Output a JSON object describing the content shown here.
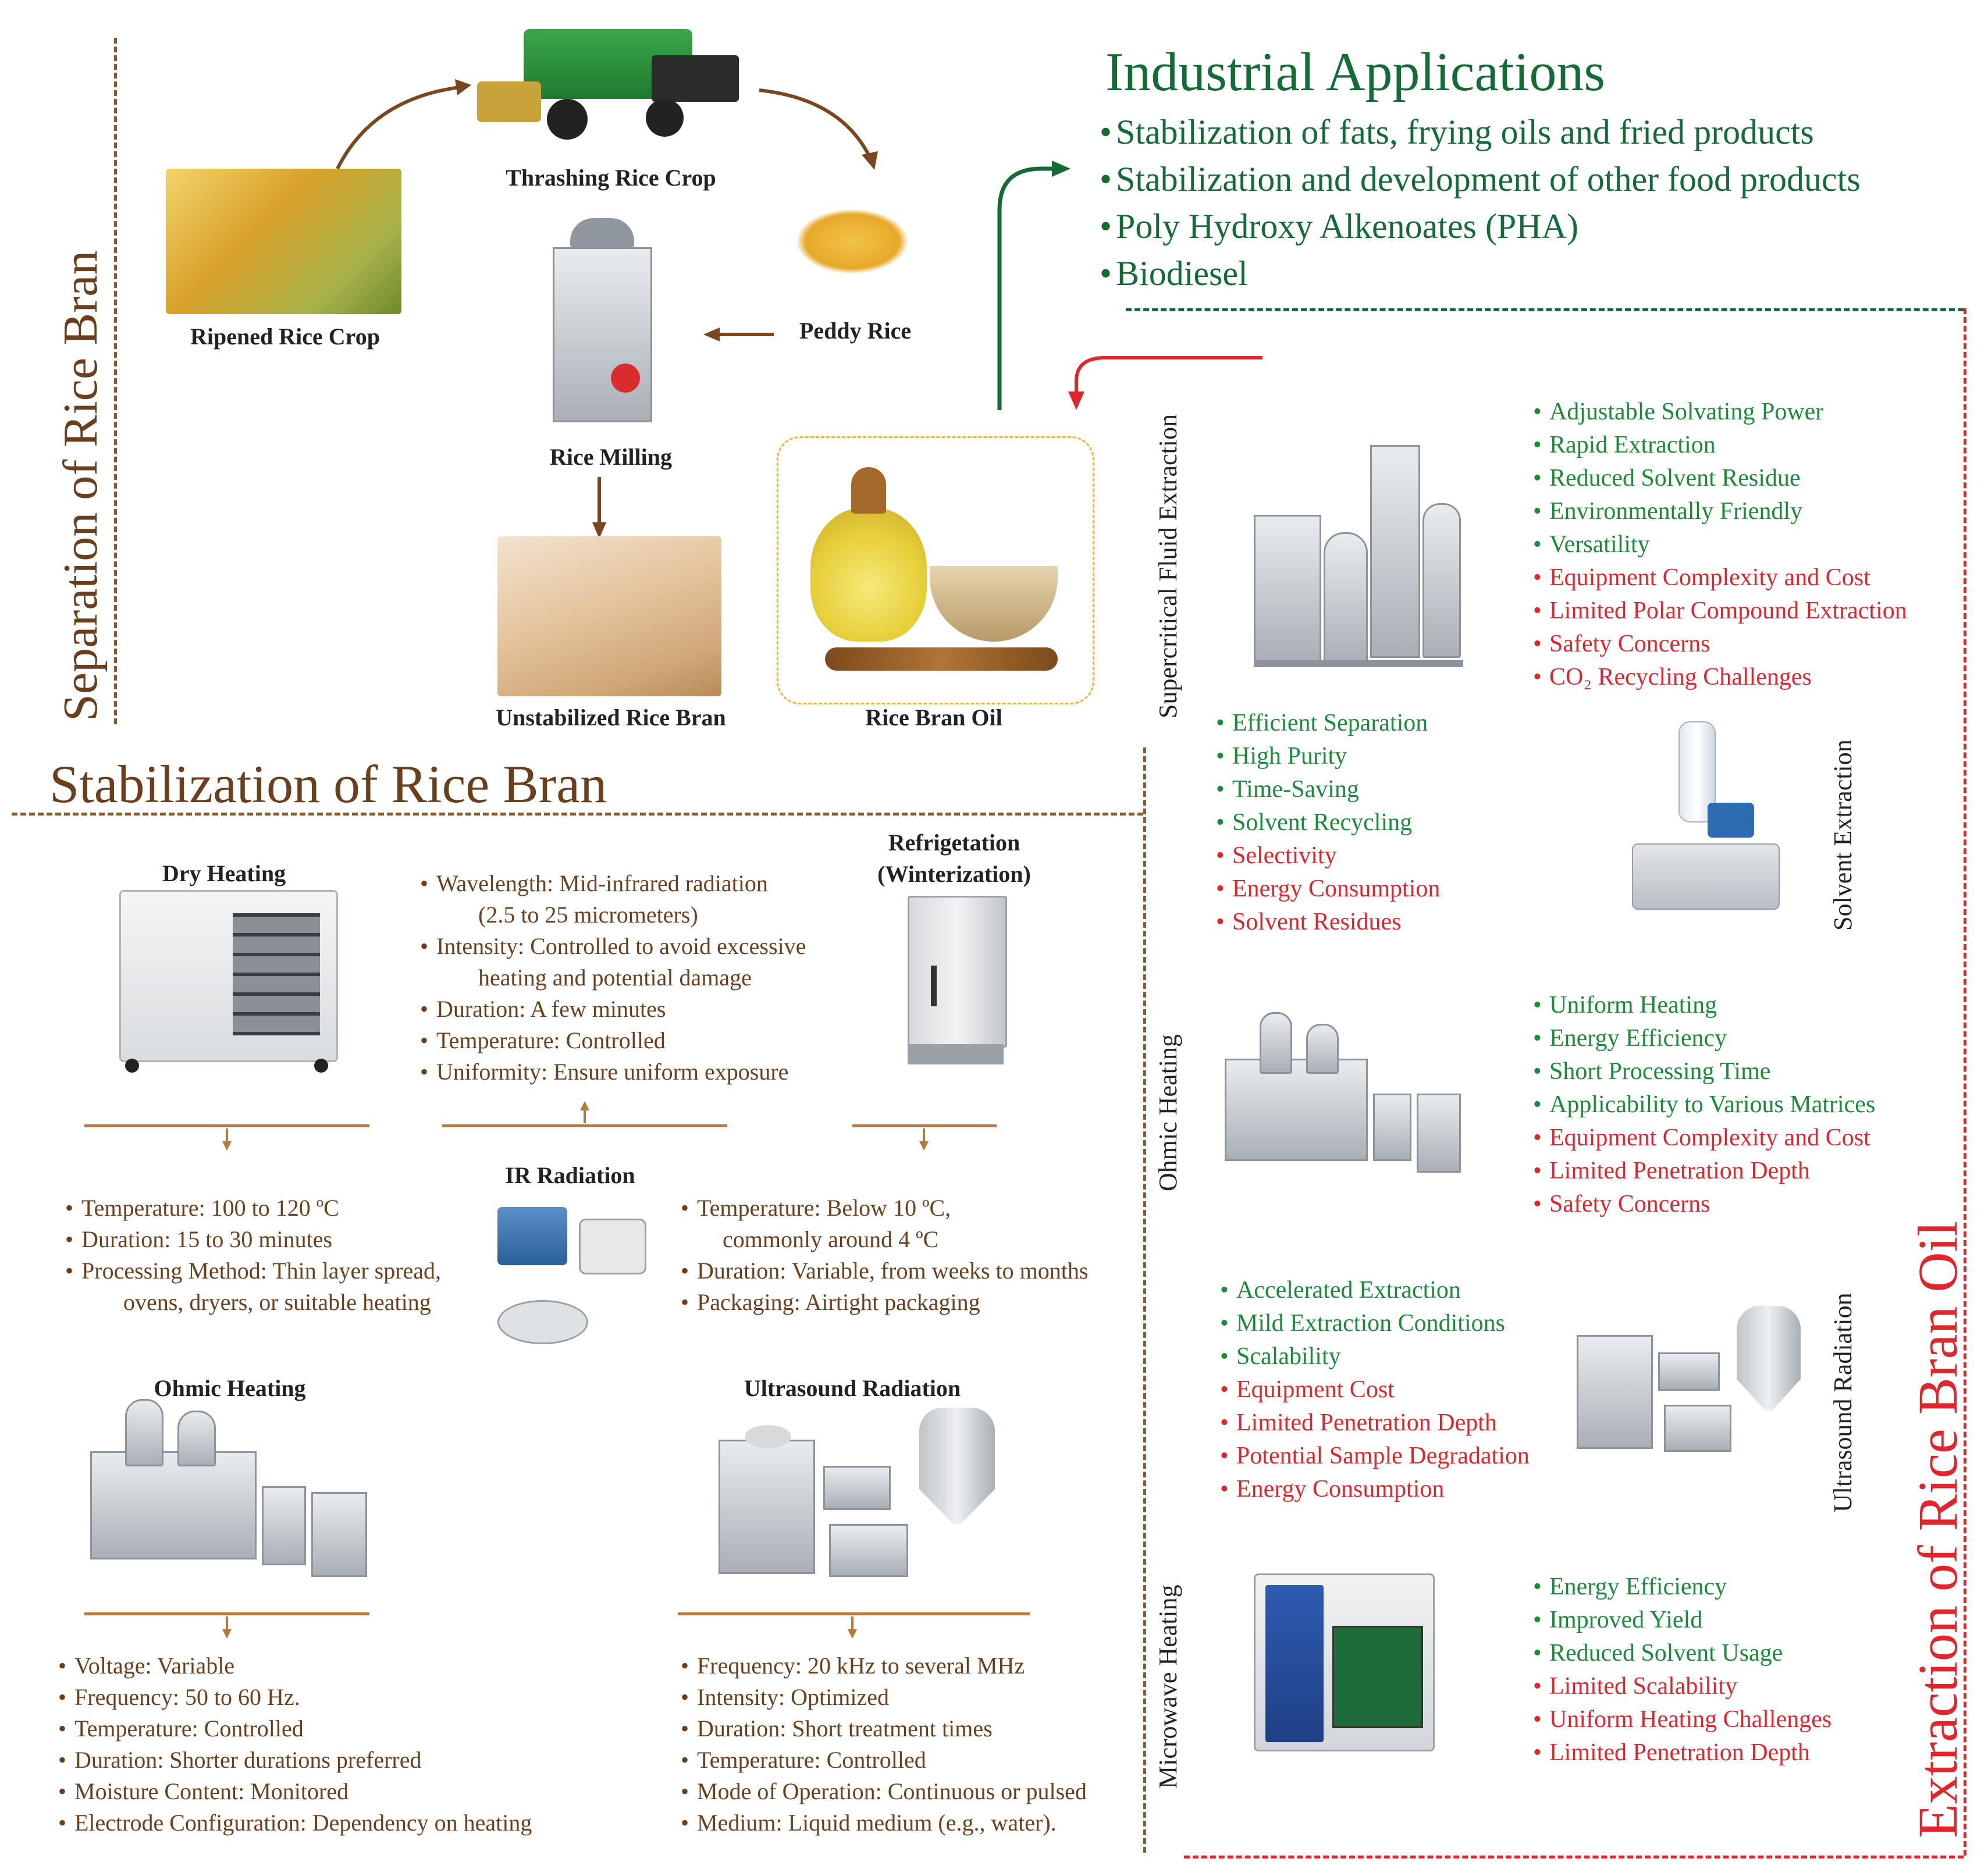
{
  "separation": {
    "title": "Separation of Rice Bran",
    "steps": {
      "ripened": "Ripened Rice Crop",
      "thrashing": "Thrashing Rice Crop",
      "peddy": "Peddy Rice",
      "milling": "Rice Milling",
      "unstabilized": "Unstabilized Rice Bran",
      "oil": "Rice Bran Oil"
    }
  },
  "industrial": {
    "title": "Industrial Applications",
    "items": [
      "Stabilization of fats, frying oils and fried products",
      "Stabilization and development of other food products",
      "Poly Hydroxy Alkenoates (PHA)",
      "Biodiesel"
    ]
  },
  "stabilization": {
    "title": "Stabilization of Rice Bran",
    "dry_heating": {
      "label": "Dry Heating",
      "params": [
        "Temperature: 100 to 120 ºC",
        "Duration: 15 to 30 minutes",
        "Processing Method: Thin layer spread,",
        "ovens, dryers, or suitable heating"
      ]
    },
    "ir_radiation": {
      "label": "IR Radiation",
      "params": [
        "Wavelength: Mid-infrared radiation",
        "(2.5 to 25 micrometers)",
        "Intensity: Controlled to avoid excessive",
        "heating and potential damage",
        "Duration: A few minutes",
        "Temperature: Controlled",
        "Uniformity: Ensure uniform exposure"
      ]
    },
    "refrigeration": {
      "label_line1": "Refrigetation",
      "label_line2": "(Winterization)",
      "params": [
        "Temperature: Below 10 ºC,",
        "commonly around 4 ºC",
        "Duration: Variable, from weeks to months",
        "Packaging: Airtight packaging"
      ]
    },
    "ohmic": {
      "label": "Ohmic Heating",
      "params": [
        "Voltage: Variable",
        "Frequency: 50 to 60 Hz.",
        "Temperature: Controlled",
        "Duration: Shorter durations preferred",
        "Moisture Content: Monitored",
        "Electrode Configuration: Dependency on heating"
      ]
    },
    "ultrasound": {
      "label": "Ultrasound Radiation",
      "params": [
        "Frequency: 20 kHz to several MHz",
        "Intensity: Optimized",
        "Duration: Short treatment times",
        "Temperature: Controlled",
        "Mode of Operation: Continuous or pulsed",
        "Medium: Liquid medium (e.g., water)."
      ]
    }
  },
  "extraction": {
    "title": "Extraction of Rice Bran Oil",
    "scfe": {
      "label": "Supercritical Fluid Extraction",
      "items": [
        {
          "text": "Adjustable Solvating Power",
          "type": "pro"
        },
        {
          "text": "Rapid Extraction",
          "type": "pro"
        },
        {
          "text": "Reduced Solvent Residue",
          "type": "pro"
        },
        {
          "text": "Environmentally Friendly",
          "type": "pro"
        },
        {
          "text": "Versatility",
          "type": "pro"
        },
        {
          "text": "Equipment Complexity and Cost",
          "type": "con"
        },
        {
          "text": "Limited Polar Compound Extraction",
          "type": "con"
        },
        {
          "text": "Safety Concerns",
          "type": "con"
        },
        {
          "text": "CO₂ Recycling Challenges",
          "type": "con"
        }
      ]
    },
    "solvent": {
      "label": "Solvent Extraction",
      "items": [
        {
          "text": "Efficient Separation",
          "type": "pro"
        },
        {
          "text": "High Purity",
          "type": "pro"
        },
        {
          "text": "Time-Saving",
          "type": "pro"
        },
        {
          "text": "Solvent Recycling",
          "type": "pro"
        },
        {
          "text": "Selectivity",
          "type": "con"
        },
        {
          "text": "Energy Consumption",
          "type": "con"
        },
        {
          "text": "Solvent Residues",
          "type": "con"
        }
      ]
    },
    "ohmic": {
      "label": "Ohmic Heating",
      "items": [
        {
          "text": "Uniform Heating",
          "type": "pro"
        },
        {
          "text": "Energy Efficiency",
          "type": "pro"
        },
        {
          "text": "Short Processing Time",
          "type": "pro"
        },
        {
          "text": "Applicability to Various Matrices",
          "type": "pro"
        },
        {
          "text": "Equipment Complexity and Cost",
          "type": "con"
        },
        {
          "text": "Limited Penetration Depth",
          "type": "con"
        },
        {
          "text": "Safety Concerns",
          "type": "con"
        }
      ]
    },
    "ultrasound": {
      "label": "Ultrasound Radiation",
      "items": [
        {
          "text": "Accelerated Extraction",
          "type": "pro"
        },
        {
          "text": "Mild Extraction Conditions",
          "type": "pro"
        },
        {
          "text": "Scalability",
          "type": "pro"
        },
        {
          "text": "Equipment Cost",
          "type": "con"
        },
        {
          "text": "Limited Penetration Depth",
          "type": "con"
        },
        {
          "text": "Potential Sample Degradation",
          "type": "con"
        },
        {
          "text": "Energy Consumption",
          "type": "con"
        }
      ]
    },
    "microwave": {
      "label": "Microwave Heating",
      "items": [
        {
          "text": "Energy Efficiency",
          "type": "pro"
        },
        {
          "text": "Improved Yield",
          "type": "pro"
        },
        {
          "text": "Reduced Solvent Usage",
          "type": "pro"
        },
        {
          "text": "Limited Scalability",
          "type": "con"
        },
        {
          "text": "Uniform Heating Challenges",
          "type": "con"
        },
        {
          "text": "Limited Penetration Depth",
          "type": "con"
        }
      ]
    }
  },
  "colors": {
    "brown": "#6b3f1d",
    "pro_green": "#1b8a3a",
    "con_red": "#e0262c",
    "industrial_green": "#146b35"
  }
}
